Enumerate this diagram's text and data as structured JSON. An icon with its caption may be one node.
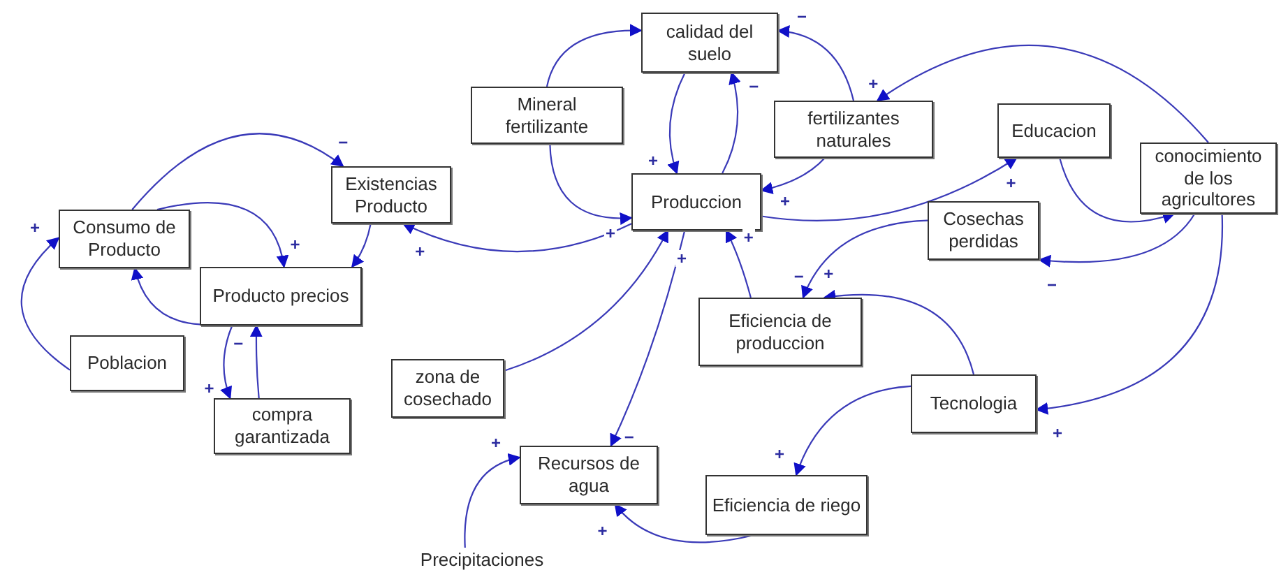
{
  "diagram": {
    "nodes": [
      {
        "text": [
          "calidad del suelo"
        ]
      },
      {
        "text": [
          "Mineral fertilizante"
        ]
      },
      {
        "text": [
          "fertilizantes naturales"
        ]
      },
      {
        "text": [
          "Educacion"
        ]
      },
      {
        "text": [
          "Existencias Producto"
        ]
      },
      {
        "text": [
          "Produccion"
        ]
      },
      {
        "text": [
          "conocimiento de los agricultores"
        ]
      },
      {
        "text": [
          "Consumo de Producto"
        ]
      },
      {
        "text": [
          "Cosechas perdidas"
        ]
      },
      {
        "text": [
          "Producto precios"
        ]
      },
      {
        "text": [
          "Eficiencia de produccion"
        ]
      },
      {
        "text": [
          "Poblacion"
        ]
      },
      {
        "text": [
          "zona de cosechado"
        ]
      },
      {
        "text": [
          "Tecnologia"
        ]
      },
      {
        "text": [
          "compra garantizada"
        ]
      },
      {
        "text": [
          "Recursos de agua"
        ]
      },
      {
        "text": [
          "Eficiencia de riego"
        ]
      },
      {
        "text": [
          "Precipitaciones"
        ]
      }
    ],
    "edges": [
      {
        "from": 1,
        "to": 0,
        "arrow": "to"
      },
      {
        "from": 1,
        "to": 5,
        "arrow": "to",
        "label": "+"
      },
      {
        "from": 0,
        "to": 5,
        "arrow": "to",
        "label": "+"
      },
      {
        "from": 5,
        "to": 0,
        "arrow": "to",
        "label": "−"
      },
      {
        "from": 2,
        "to": 0,
        "arrow": "to",
        "label": "−"
      },
      {
        "from": 2,
        "to": 5,
        "arrow": "to",
        "label": "+"
      },
      {
        "from": 6,
        "to": 2,
        "arrow": "to",
        "label": "+"
      },
      {
        "from": 5,
        "to": 3,
        "arrow": "to",
        "label": "+"
      },
      {
        "from": 3,
        "to": 6,
        "arrow": "to"
      },
      {
        "from": 6,
        "to": 8,
        "arrow": "to",
        "label": "−"
      },
      {
        "from": 8,
        "to": 10,
        "arrow": "to",
        "label": "−"
      },
      {
        "from": 13,
        "to": 10,
        "arrow": "to",
        "label": "+"
      },
      {
        "from": 10,
        "to": 5,
        "arrow": "to",
        "label": "+"
      },
      {
        "from": 6,
        "to": 13,
        "arrow": "to",
        "label": "+"
      },
      {
        "from": 13,
        "to": 16,
        "arrow": "to",
        "label": "+"
      },
      {
        "from": 16,
        "to": 15,
        "arrow": "to",
        "label": "+"
      },
      {
        "from": 17,
        "to": 15,
        "arrow": "to",
        "label": "+"
      },
      {
        "from": 5,
        "to": 15,
        "arrow": "to",
        "label": "−"
      },
      {
        "from": 12,
        "to": 5,
        "arrow": "to",
        "label": "+"
      },
      {
        "from": 5,
        "to": 4,
        "arrow": "to",
        "label": "+"
      },
      {
        "from": 4,
        "to": 9,
        "arrow": "to"
      },
      {
        "from": 7,
        "to": 4,
        "arrow": "to",
        "label": "−"
      },
      {
        "from": 7,
        "to": 9,
        "arrow": "to",
        "label": "+"
      },
      {
        "from": 9,
        "to": 7,
        "arrow": "to"
      },
      {
        "from": 9,
        "to": 14,
        "arrow": "to",
        "label": "+"
      },
      {
        "from": 14,
        "to": 9,
        "arrow": "to",
        "label": "−"
      },
      {
        "from": 11,
        "to": 7,
        "arrow": "to",
        "label": "+"
      }
    ]
  }
}
